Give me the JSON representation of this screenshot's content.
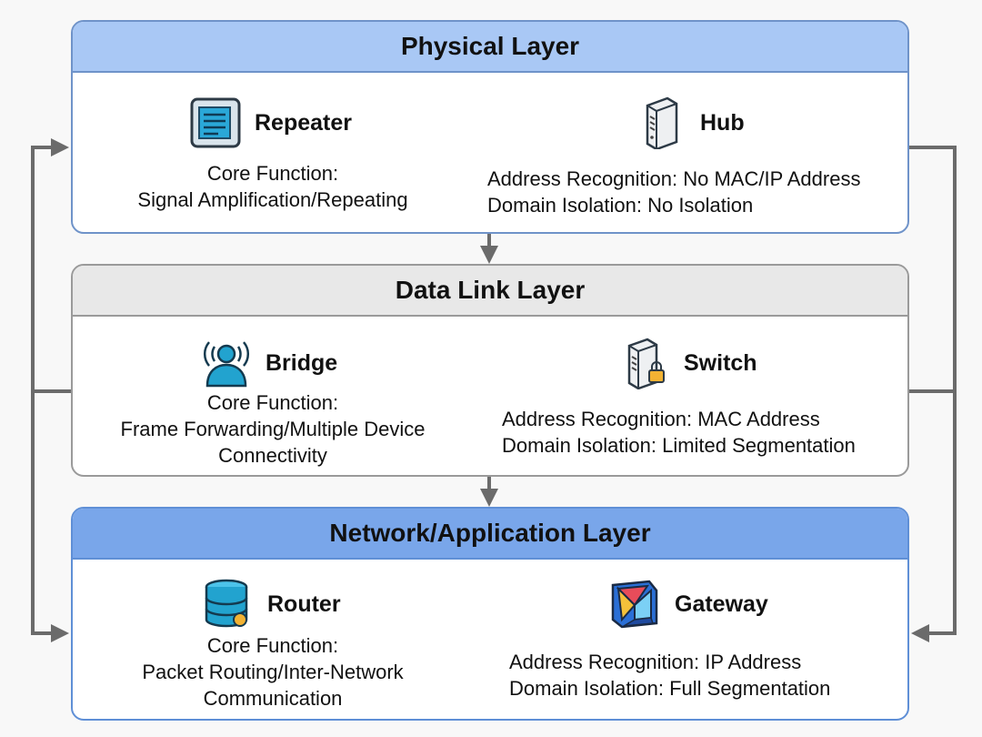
{
  "layers": [
    {
      "title": "Physical Layer",
      "header_color": "#a9c8f5",
      "border_color": "#6f93c9",
      "left": {
        "name": "Repeater",
        "icon": "document-icon",
        "lines": [
          "Core Function:",
          "Signal Amplification/Repeating"
        ]
      },
      "right": {
        "name": "Hub",
        "icon": "server-tower-icon",
        "lines": [
          "Address Recognition: No MAC/IP Address",
          "Domain Isolation: No Isolation"
        ]
      }
    },
    {
      "title": "Data Link Layer",
      "header_color": "#e8e8e8",
      "border_color": "#9a9a9a",
      "left": {
        "name": "Bridge",
        "icon": "broadcasting-person-icon",
        "lines": [
          "Core Function:",
          "Frame Forwarding/Multiple Device",
          "Connectivity"
        ]
      },
      "right": {
        "name": "Switch",
        "icon": "server-lock-icon",
        "lines": [
          "Address Recognition: MAC Address",
          "Domain Isolation: Limited Segmentation"
        ]
      }
    },
    {
      "title": "Network/Application Layer",
      "header_color": "#79a6ea",
      "border_color": "#5f8fd6",
      "left": {
        "name": "Router",
        "icon": "database-stack-icon",
        "lines": [
          "Core Function:",
          "Packet Routing/Inter-Network",
          "Communication"
        ]
      },
      "right": {
        "name": "Gateway",
        "icon": "gateway-cube-icon",
        "lines": [
          "Address Recognition: IP Address",
          "Domain Isolation: Full Segmentation"
        ]
      }
    }
  ],
  "colors": {
    "arrow": "#6b6b6b"
  }
}
